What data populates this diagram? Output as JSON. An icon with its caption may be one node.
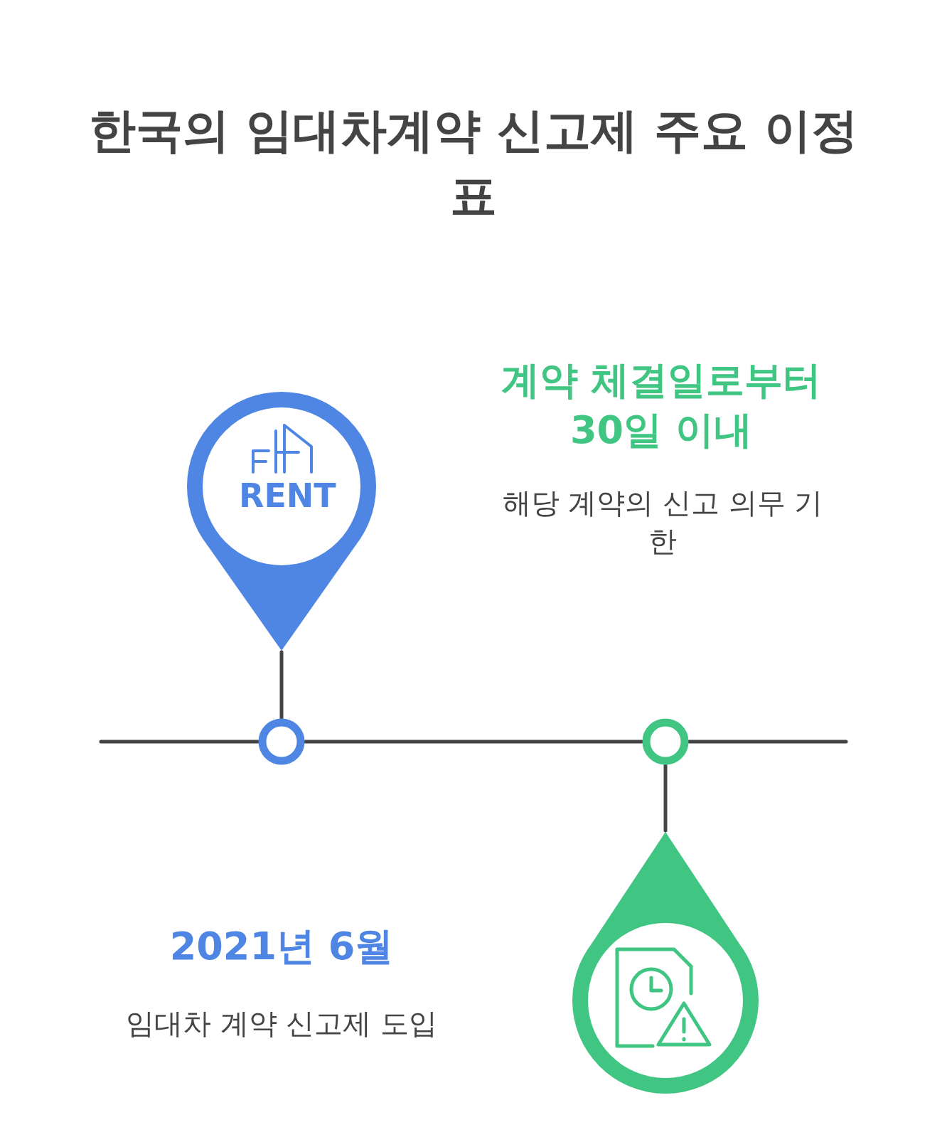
{
  "diagram": {
    "title": "한국의 임대차계약 신고제 주요 이정표",
    "nodes": [
      {
        "text": [
          "RENT"
        ]
      },
      {
        "text": [],
        "shape": "circle"
      },
      {
        "text": [],
        "shape": "circle"
      },
      {
        "text": [],
        "shape": "pin"
      }
    ],
    "edges": [
      {
        "from": 0,
        "to": 1,
        "arrow": "none"
      },
      {
        "from": null,
        "to": 1,
        "arrow": "none"
      },
      {
        "from": 1,
        "to": 2,
        "arrow": "none"
      },
      {
        "from": 2,
        "to": null,
        "arrow": "none"
      },
      {
        "from": 2,
        "to": 3,
        "arrow": "none"
      }
    ],
    "labels": [
      "계약 체결일로부터 30일 이내",
      "해당 계약의 신고 의무 기한",
      "2021년 6월",
      "임대차 계약 신고제 도입"
    ]
  }
}
